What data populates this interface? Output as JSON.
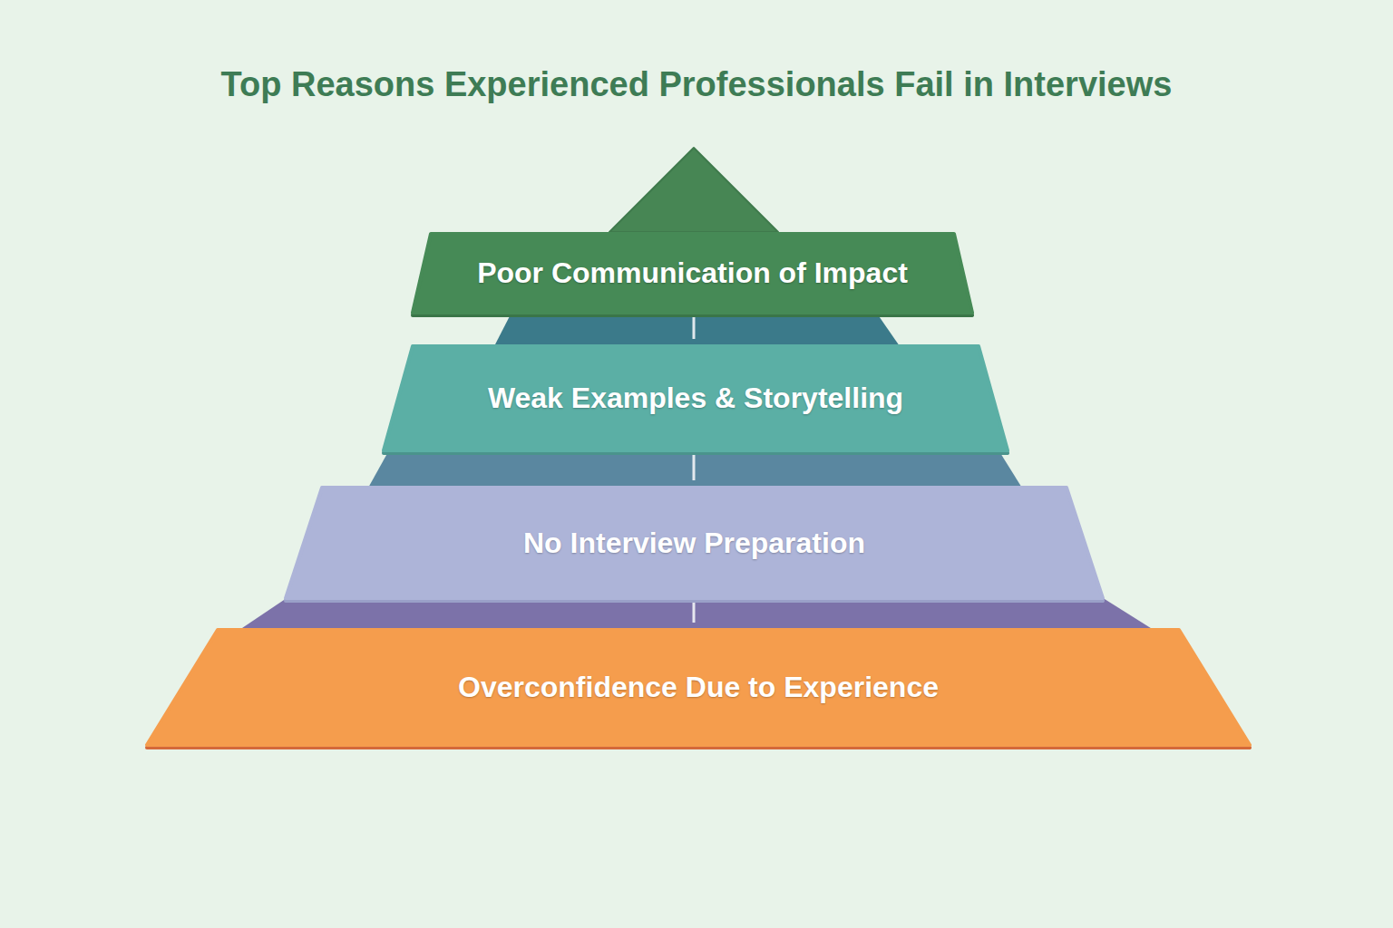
{
  "diagram": {
    "title": "Top Reasons Experienced Professionals Fail in Interviews",
    "nodes": [
      {
        "text": [
          "Poor Communication of Impact"
        ]
      },
      {
        "text": [
          "Weak Examples & Storytelling"
        ]
      },
      {
        "text": [
          "No Interview Preparation"
        ]
      },
      {
        "text": [
          "Overconfidence Due to Experience"
        ]
      }
    ],
    "edges": [
      {
        "from": 0,
        "to": 1,
        "arrow": "none"
      },
      {
        "from": 1,
        "to": 2,
        "arrow": "none"
      },
      {
        "from": 2,
        "to": 3,
        "arrow": "none"
      }
    ]
  }
}
